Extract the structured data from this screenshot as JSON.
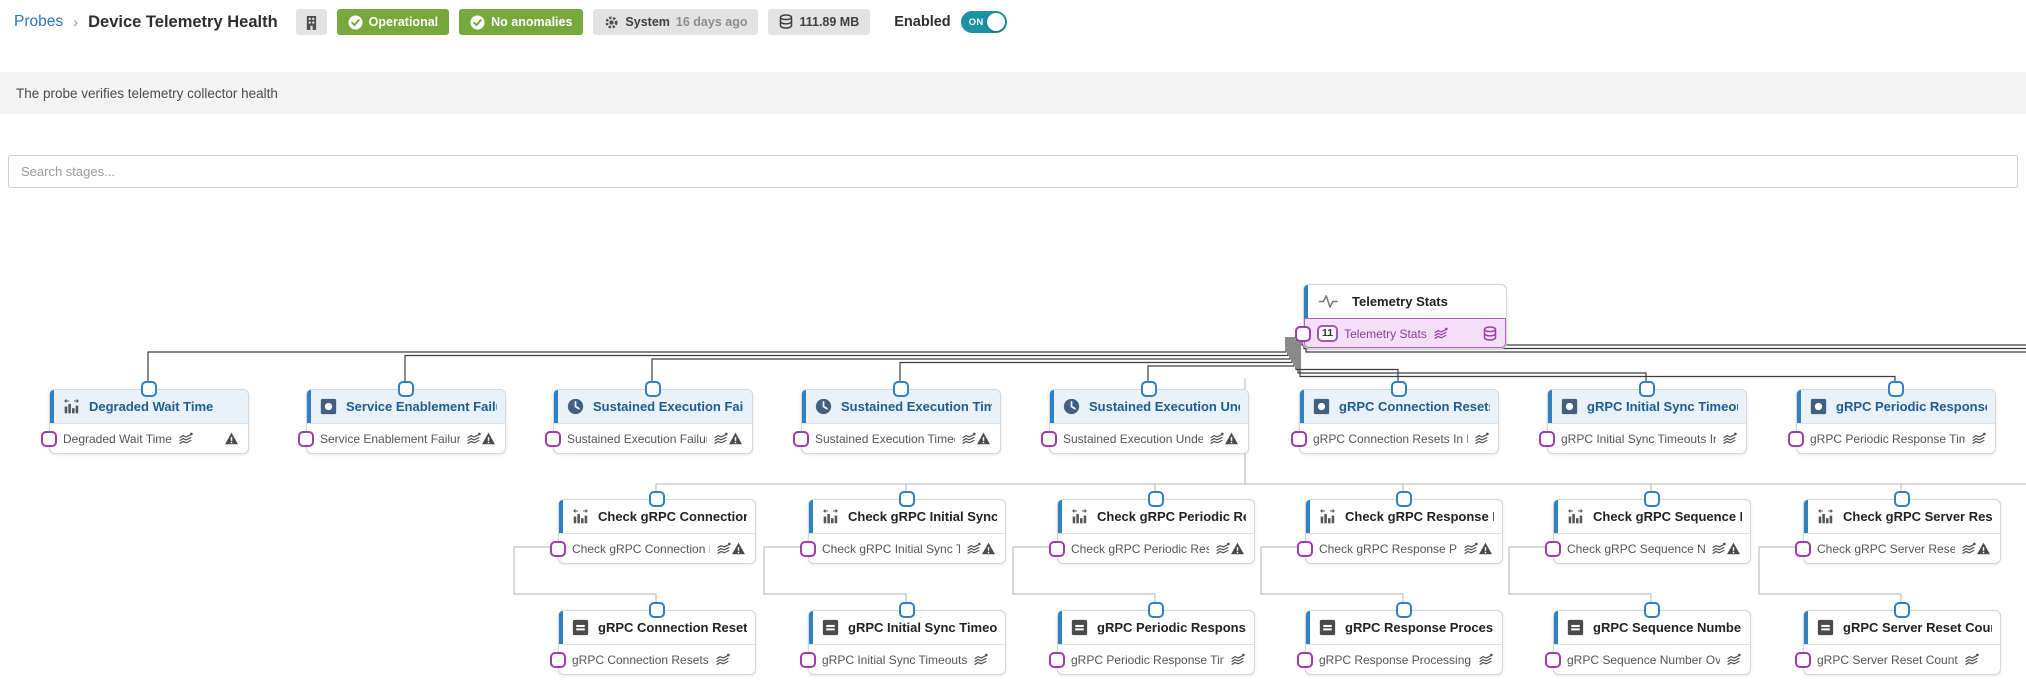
{
  "header": {
    "breadcrumb": {
      "root": "Probes",
      "separator": "›",
      "current": "Device Telemetry Health"
    },
    "badges": {
      "status": "Operational",
      "anomalies": "No anomalies"
    },
    "meta": {
      "author": "System",
      "updated": "16 days ago",
      "size": "111.89 MB"
    },
    "enabled": {
      "label": "Enabled",
      "state": "ON"
    }
  },
  "description": "The probe verifies telemetry collector health",
  "search": {
    "placeholder": "Search stages..."
  },
  "diagram": {
    "root": {
      "title": "Telemetry Stats",
      "icon": "waveform-icon",
      "stage": {
        "badge": "11",
        "label": "Telemetry Stats",
        "icons": [
          "chart-icon",
          "database-icon"
        ]
      }
    },
    "row1": [
      {
        "title": "Degraded Wait Time",
        "stage": "Degraded Wait Time",
        "icon": "histogram-icon",
        "warning": true
      },
      {
        "title": "Service Enablement Failu...",
        "stage": "Service Enablement Failures",
        "icon": "record-icon",
        "warning": true
      },
      {
        "title": "Sustained Execution Failu...",
        "stage": "Sustained Execution Failures",
        "icon": "clock-icon",
        "warning": true
      },
      {
        "title": "Sustained Execution Tim...",
        "stage": "Sustained Execution Timeo...",
        "icon": "clock-icon",
        "warning": true
      },
      {
        "title": "Sustained Execution Und...",
        "stage": "Sustained Execution Under...",
        "icon": "clock-icon",
        "warning": true
      },
      {
        "title": "gRPC Connection Resets ...",
        "stage": "gRPC Connection Resets In L...",
        "icon": "record-icon",
        "warning": false
      },
      {
        "title": "gRPC Initial Sync Timeou...",
        "stage": "gRPC Initial Sync Timeouts In ...",
        "icon": "record-icon",
        "warning": false
      },
      {
        "title": "gRPC Periodic Response ...",
        "stage": "gRPC Periodic Response Time...",
        "icon": "record-icon",
        "warning": false
      }
    ],
    "row2": [
      {
        "title": "Check gRPC Connection ...",
        "stage": "Check gRPC Connection R...",
        "icon": "histogram-icon",
        "warning": true
      },
      {
        "title": "Check gRPC Initial Sync T...",
        "stage": "Check gRPC Initial Sync Ti...",
        "icon": "histogram-icon",
        "warning": true
      },
      {
        "title": "Check gRPC Periodic Res...",
        "stage": "Check gRPC Periodic Resp...",
        "icon": "histogram-icon",
        "warning": true
      },
      {
        "title": "Check gRPC Response Pr...",
        "stage": "Check gRPC Response Pro...",
        "icon": "histogram-icon",
        "warning": true
      },
      {
        "title": "Check gRPC Sequence N...",
        "stage": "Check gRPC Sequence Nu...",
        "icon": "histogram-icon",
        "warning": true
      },
      {
        "title": "Check gRPC Server Reset...",
        "stage": "Check gRPC Server Reset ...",
        "icon": "histogram-icon",
        "warning": true
      }
    ],
    "row3": [
      {
        "title": "gRPC Connection Resets",
        "stage": "gRPC Connection Resets",
        "icon": "aggregate-icon",
        "warning": false
      },
      {
        "title": "gRPC Initial Sync Timeouts",
        "stage": "gRPC Initial Sync Timeouts",
        "icon": "aggregate-icon",
        "warning": false
      },
      {
        "title": "gRPC Periodic Response ...",
        "stage": "gRPC Periodic Response Time...",
        "icon": "aggregate-icon",
        "warning": false
      },
      {
        "title": "gRPC Response Processi...",
        "stage": "gRPC Response Processing Fa...",
        "icon": "aggregate-icon",
        "warning": false
      },
      {
        "title": "gRPC Sequence Number ...",
        "stage": "gRPC Sequence Number Ove...",
        "icon": "aggregate-icon",
        "warning": false
      },
      {
        "title": "gRPC Server Reset Count",
        "stage": "gRPC Server Reset Count",
        "icon": "aggregate-icon",
        "warning": false
      }
    ]
  },
  "colors": {
    "status_green": "#76a83c",
    "toggle_teal": "#1d93a1",
    "link_blue": "#2b77b8",
    "port_blue": "#2f80c3",
    "port_purple": "#a13bb0",
    "highlight_purple_bg": "#f3e0f7",
    "highlight_purple_border": "#b75ec7"
  }
}
